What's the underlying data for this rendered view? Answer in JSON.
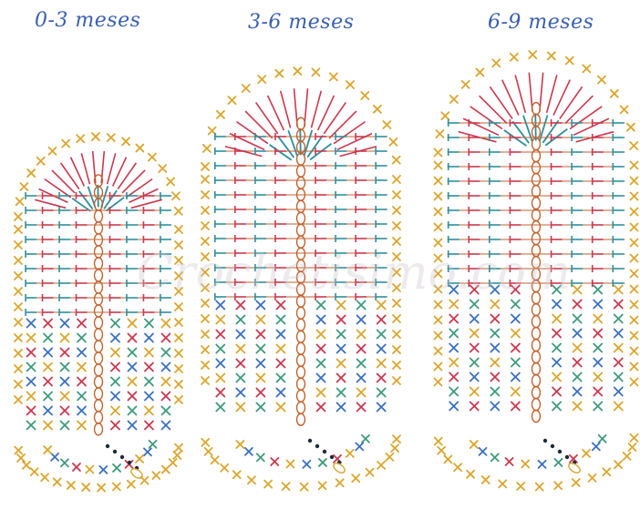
{
  "diagram": {
    "sizes": [
      {
        "label": "0-3 meses"
      },
      {
        "label": "3-6 meses"
      },
      {
        "label": "6-9 meses"
      }
    ],
    "watermark": "Crochetisimo.com",
    "colors": {
      "chain": "#c0622f",
      "single_crochet_yellow": "#d9a62e",
      "single_crochet_red": "#c9384f",
      "single_crochet_green": "#3e9a7a",
      "single_crochet_blue": "#3a6fbf",
      "double_crochet_red": "#c9384f",
      "double_crochet_teal": "#2c8f9c",
      "label": "#3a5fb0"
    }
  }
}
